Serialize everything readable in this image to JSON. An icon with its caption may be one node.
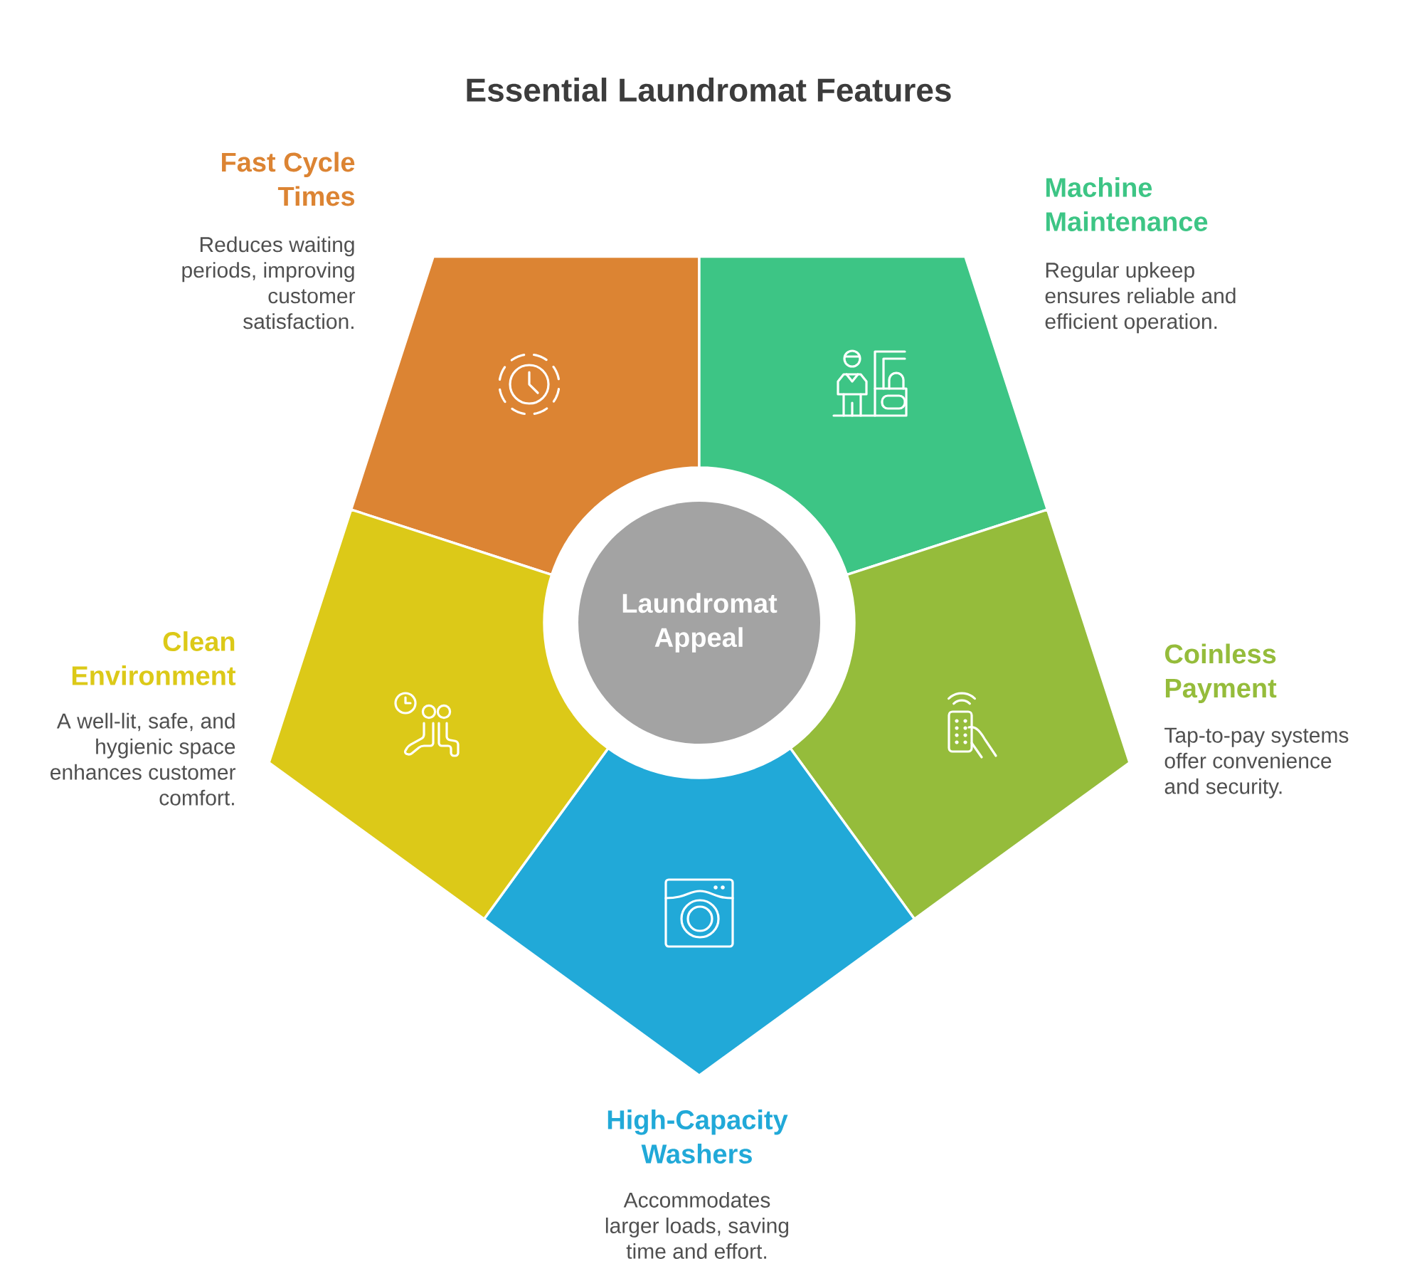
{
  "diagram": {
    "title": "Essential Laundromat Features",
    "nodes": [
      {
        "text": [
          "Laundromat Appeal"
        ]
      },
      {
        "text": [
          "Fast Cycle Times",
          "Reduces waiting periods, improving customer satisfaction."
        ]
      },
      {
        "text": [
          "Machine Maintenance",
          "Regular upkeep ensures reliable and efficient operation."
        ]
      },
      {
        "text": [
          "Coinless Payment",
          "Tap-to-pay systems offer convenience and security."
        ]
      },
      {
        "text": [
          "High-Capacity Washers",
          "Accommodates larger loads, saving time and effort."
        ]
      },
      {
        "text": [
          "Clean Environment",
          "A well-lit, safe, and hygienic space enhances customer comfort."
        ]
      }
    ]
  }
}
